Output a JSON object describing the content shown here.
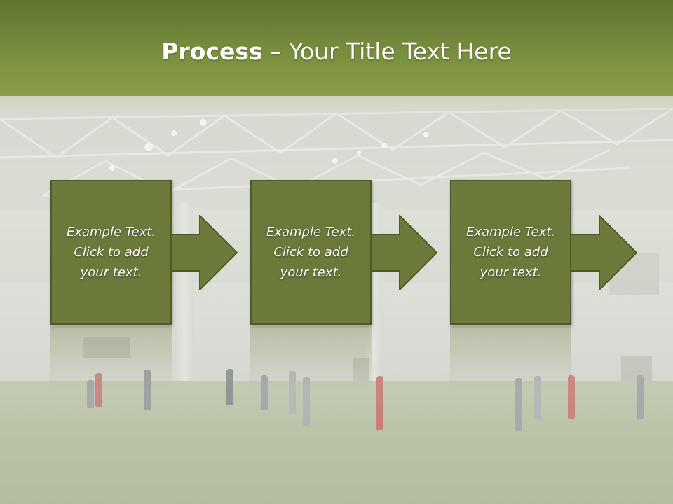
{
  "slide": {
    "title_bold": "Process",
    "title_rest": " – Your Title Text Here"
  },
  "steps": [
    {
      "line1": "Example Text.",
      "line2": "Click  to add",
      "line3": "your text."
    },
    {
      "line1": "Example Text.",
      "line2": "Click  to add",
      "line3": "your text."
    },
    {
      "line1": "Example Text.",
      "line2": "Click  to add",
      "line3": "your text."
    }
  ],
  "colors": {
    "header": "#798f3e",
    "step_fill": "#6b7a3a",
    "step_border": "#4e5b25",
    "text": "#ffffff"
  },
  "icons": {
    "arrow": "right-arrow-icon"
  }
}
